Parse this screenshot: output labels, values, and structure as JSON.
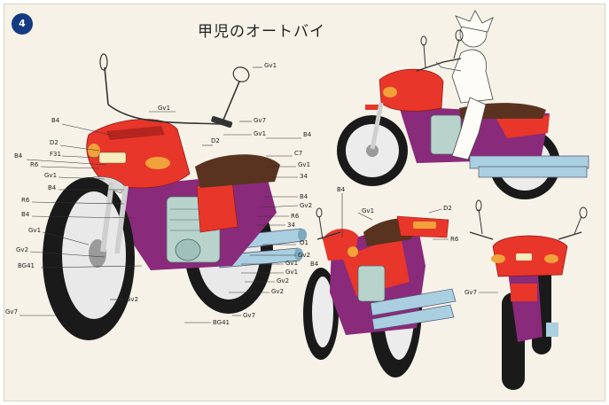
{
  "page_number": "4",
  "title": "甲児のオートバイ",
  "callouts": {
    "gv1_mirror": "Gv1",
    "gv1_grip": "Gv1",
    "gv7_lever": "Gv7",
    "gv1_bar": "Gv1",
    "b4_top_right": "B4",
    "d2_top": "D2",
    "c7": "C7",
    "gv1_tank": "Gv1",
    "b34": "34",
    "b4_left_1": "B4",
    "d2_left": "D2",
    "b4_left_2": "B4",
    "f31": "F31",
    "r6_left_1": "R6",
    "gv1_left": "Gv1",
    "b4_left_3": "B4",
    "r6_left_2": "R6",
    "b4_left_4": "B4",
    "gv1_fork": "Gv1",
    "gv2_left": "Gv2",
    "bg41_left": "BG41",
    "gv7_bottom_left": "Gv7",
    "gv2_bottom": "Gv2",
    "b4_right": "B4",
    "gv2_right_1": "Gv2",
    "r6_right": "R6",
    "b34_right": "34",
    "o1": "O1",
    "gv2_right_2": "Gv2",
    "gv1_right": "Gv1",
    "gv1_right_2": "Gv1",
    "gv2_right_3": "Gv2",
    "gv2_right_4": "Gv2",
    "gv7_bottom": "Gv7",
    "bg41_bottom": "BG41",
    "b4_small": "B4",
    "gv1_small": "Gv1",
    "d2_small": "D2",
    "r6_small": "R6",
    "b4_small_2": "B4",
    "gv7_front": "Gv7"
  },
  "colors": {
    "body": "#e8362a",
    "body_dark": "#b52520",
    "frame": "#8a2a7a",
    "tire": "#1a1a1a",
    "exhaust": "#a9cfe0",
    "engine": "#b8d3cc",
    "seat": "#5a3320",
    "lamp": "#f2a23a",
    "chrome": "#cfcfcf"
  }
}
